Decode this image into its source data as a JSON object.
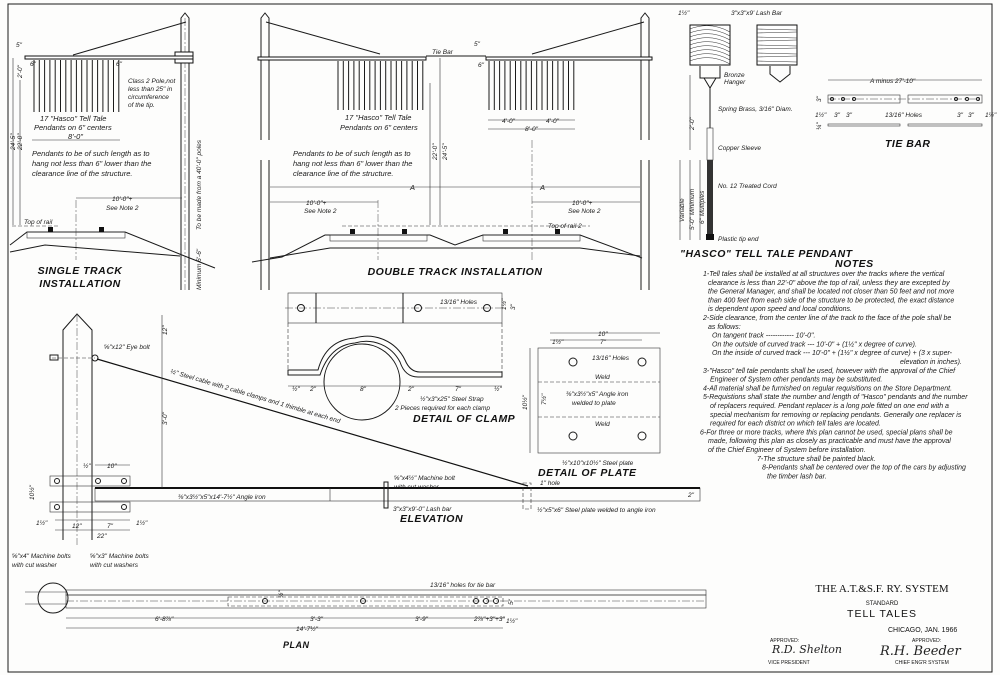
{
  "single_track": {
    "title_1": "SINGLE TRACK",
    "title_2": "INSTALLATION",
    "dim_5in": "5\"",
    "dim_6in_l": "6\"",
    "dim_6in_r": "6\"",
    "dim_2ft": "2'-0\"",
    "dim_22ft": "22'-0\"",
    "dim_24ft5": "24'-5\"",
    "pendants_1": "17 \"Hasco\" Tell Tale",
    "pendants_2": "Pendants on 6\" centers",
    "dim_8ft": "8'-0\"",
    "pole_note_1": "Class 2 Pole,not",
    "pole_note_2": "less than 25\" in",
    "pole_note_3": "circumference",
    "pole_note_4": "of the tip.",
    "length_note_1": "Pendants to be of such length as to",
    "length_note_2": "hang not less than 6\" lower than the",
    "length_note_3": "clearance line of the structure.",
    "clearance_1": "10'-0\"+",
    "clearance_2": "See Note 2",
    "top_of_rail": "Top of rail",
    "pole_made": "To be made from a 40'-0\" poles",
    "minimum": "Minimum 6'-6\""
  },
  "double_track": {
    "title": "DOUBLE TRACK INSTALLATION",
    "tie_bar": "Tie Bar",
    "dim_5in": "5\"",
    "dim_6in": "6\"",
    "pendants_1": "17 \"Hasco\" Tell Tale",
    "pendants_2": "Pendants on 6\" centers",
    "dim_4ft_a": "4'-0\"",
    "dim_4ft_b": "4'-0\"",
    "dim_8ft": "8'-0\"",
    "dim_22ft": "22'-0\"",
    "dim_24ft5": "24'-5\"",
    "length_note_1": "Pendants to be of such length as to",
    "length_note_2": "hang not less than 6\" lower than the",
    "length_note_3": "clearance line of the structure.",
    "dim_a_left": "A",
    "dim_a_right": "A",
    "clearance_left_1": "10'-0\"+",
    "clearance_left_2": "See Note 2",
    "clearance_right_1": "10'-0\"+",
    "clearance_right_2": "See Note 2",
    "top_of_rail": "Top of rail 2"
  },
  "pendant": {
    "title": "\"HASCO\" TELL TALE PENDANT",
    "dim_1_5": "1½\"",
    "lash_bar": "3\"x3\"x9' Lash Bar",
    "bronze_hanger_1": "Bronze",
    "bronze_hanger_2": "Hanger",
    "spring": "Spring Brass, 3/16\" Diam.",
    "dim_2ft": "2'-0\"",
    "copper": "Copper Sleeve",
    "cord": "No. 12 Treated Cord",
    "variable": "Variable",
    "minimum": "5'-0\" Minimum",
    "multiples": "6\" Multiples",
    "tip": "Plastic tip end"
  },
  "tie_bar": {
    "title": "TIE BAR",
    "length": "A minus 27'-10\"",
    "holes": "13/16\" Holes",
    "dim_l1": "1½\"",
    "dim_l2": "3\"",
    "dim_l3": "3\"",
    "dim_r1": "3\"",
    "dim_r2": "3\"",
    "dim_r3": "1½\"",
    "height": "3\"",
    "thick": "¼\""
  },
  "notes": {
    "title": "NOTES",
    "lines": [
      "1-Tell tales shall be installed at all structures over the tracks where the vertical",
      "clearance is less than 22'-0\" above the top of rail, unless they are excepted by",
      "the General Manager, and shall be located not closer than 50 feet and not more",
      "than 400 feet from each side of the structure to be protected, the exact distance",
      "is dependent upon speed and local conditions.",
      "2-Side clearance, from the center line of the track to the face of the pole shall be",
      "as follows:",
      "On tangent track ------------ 10'-0\".",
      "On the outside of curved track --- 10'-0\" + (1½\" x degree of curve).",
      "On the inside of curved track --- 10'-0\" + (1½\" x degree of curve) + (3 x super-",
      "elevation in inches).",
      "3-\"Hasco\" tell tale pendants shall be used, however with the approval of the Chief",
      "Engineer of System other pendants may be substituted.",
      "4-All material shall be furnished on regular requisitions on the Store Department.",
      "5-Requistions shall state the number and length of \"Hasco\" pendants and the number",
      "of replacers required. Pendant replacer is a long pole fitted on one end with a",
      "special mechanism for removing or replacing pendants. Generally one replacer is",
      "required for each district on which tell tales are located.",
      "6-For three or more tracks, where this plan cannot be used, special plans shall be",
      "made, following this plan as closely as practicable and must have the approval",
      "of the Chief Engineer of System before installation.",
      "7-The structure shall be painted black.",
      "8-Pendants shall be centered over the top of the cars by adjusting",
      "the timber lash bar."
    ]
  },
  "clamp": {
    "title": "DETAIL OF CLAMP",
    "holes": "13/16\" Holes",
    "strap": "½\"x3\"x25\" Steel Strap",
    "pieces": "2 Pieces required for each clamp",
    "d_half": "½\"",
    "d_2a": "2\"",
    "d_8": "8\"",
    "d_2b": "2\"",
    "d_7": "7\"",
    "d_half_b": "½\"",
    "d_1_5": "1½\"",
    "d_3": "3\""
  },
  "plate": {
    "title": "DETAIL OF PLATE",
    "dim_10": "10\"",
    "dim_1_5": "1½\"",
    "dim_7": "7\"",
    "holes": "13/16\" Holes",
    "weld_top": "Weld",
    "angle_1": "⅜\"x3½\"x5\" Angle iron",
    "angle_2": "welded to plate",
    "weld_bottom": "Weld",
    "dim_10_5": "10½\"",
    "dim_7_5": "7½\"",
    "plate_spec": "½\"x10\"x10½\" Steel plate"
  },
  "elevation": {
    "title": "ELEVATION",
    "eye_bolt": "⅝\"x12\" Eye bolt",
    "cable": "½\" Steel cable with 2 cable clamps and 1 thimble at each end",
    "dim_3ft": "3'-0\"",
    "dim_12": "12\"",
    "dim_10": "10\"",
    "dim_half": "½\"",
    "angle_iron": "⅜\"x3½\"x5\"x14'-7½\" Angle iron",
    "machine_bolt_1": "⅝\"x4½\" Machine bolt",
    "machine_bolt_2": "with cut washer",
    "hole": "1\" hole",
    "lash_bar": "3\"x3\"x9'-0\" Lash bar",
    "steel_plate": "½\"x5\"x6\" Steel plate welded to angle iron",
    "dim_10_5": "10½\"",
    "dim_12b": "12\"",
    "dim_7": "7\"",
    "dim_22": "22\"",
    "dim_1_5a": "1½\"",
    "dim_1_5b": "1½\"",
    "dim_2": "2\""
  },
  "plan": {
    "title": "PLAN",
    "bolt_left_1": "⅝\"x4\" Machine bolts",
    "bolt_left_2": "with cut washer",
    "bolt_right_1": "⅝\"x3\" Machine bolts",
    "bolt_right_2": "with cut washers",
    "tie_holes": "13/16\" holes for tie bar",
    "dim_6ft": "6'-8⅞\"",
    "dim_3ft3": "3'-3\"",
    "dim_3ft9": "3'-9\"",
    "dim_small": "2⅞\"+3\"+3\"",
    "dim_total": "14'-7½\"",
    "dim_half": "½\"",
    "dim_5": "5\"",
    "dim_1_5": "1½\""
  },
  "title_block": {
    "company": "THE A.T.&S.F. RY. SYSTEM",
    "standard": "STANDARD",
    "title": "TELL TALES",
    "place_date": "CHICAGO, JAN. 1966",
    "approved_left": "APPROVED:",
    "signature_left": "R.D. Shelton",
    "role_left": "VICE PRESIDENT",
    "approved_right": "APPROVED:",
    "signature_right": "R.H. Beeder",
    "role_right": "CHIEF ENG'R SYSTEM"
  }
}
